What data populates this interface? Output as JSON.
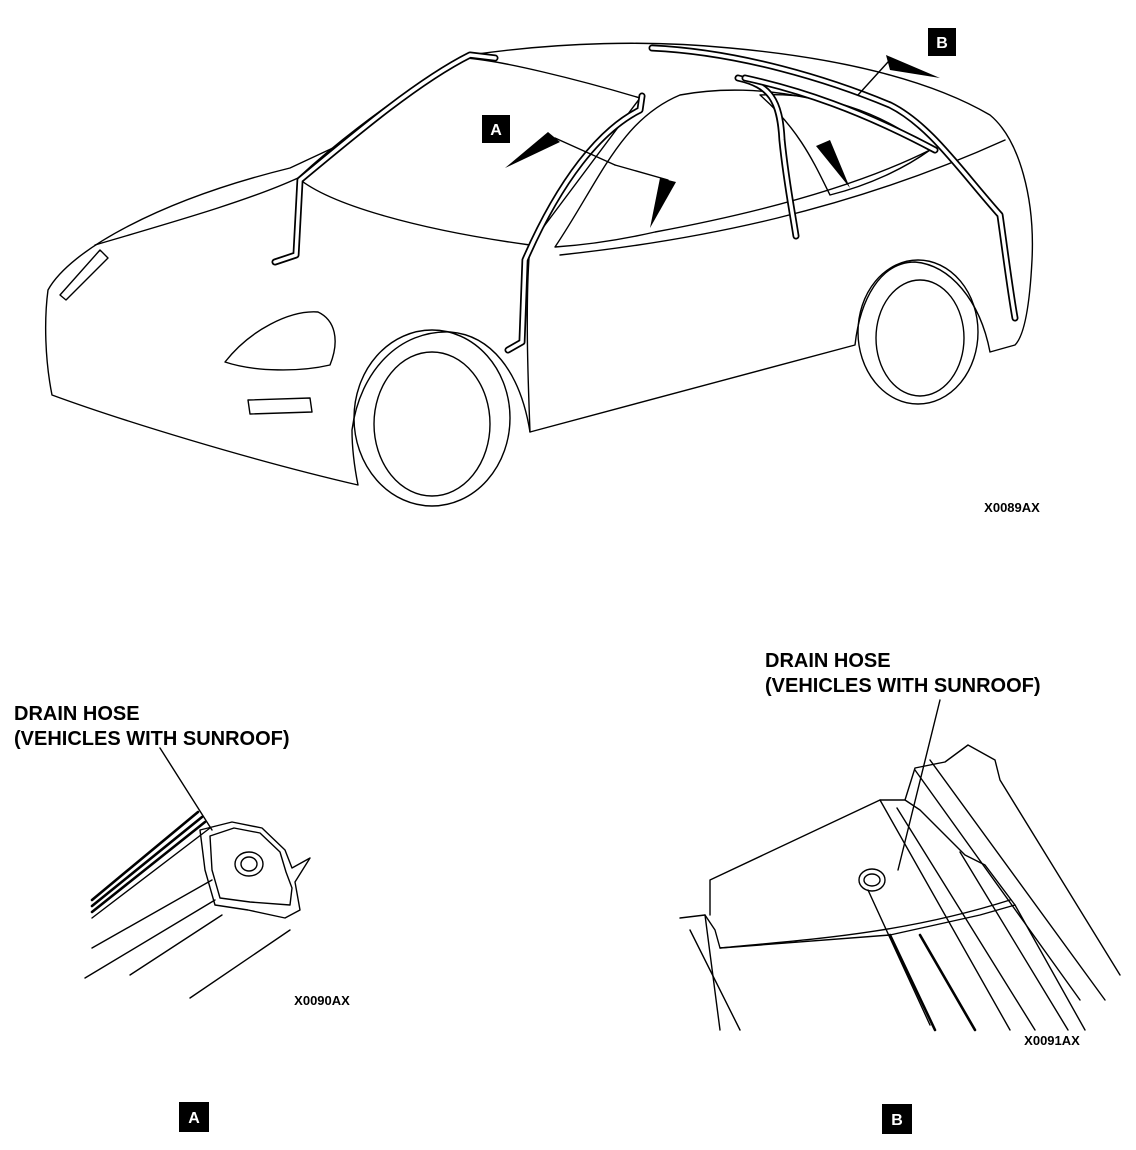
{
  "figure_refs": {
    "main": "X0089AX",
    "detail_a": "X0090AX",
    "detail_b": "X0091AX"
  },
  "tags": {
    "a": "A",
    "b": "B"
  },
  "callouts": {
    "a_line1": "DRAIN HOSE",
    "a_line2": "(VEHICLES WITH SUNROOF)",
    "b_line1": "DRAIN HOSE",
    "b_line2": "(VEHICLES WITH SUNROOF)"
  },
  "colors": {
    "ink": "#000000",
    "paper": "#ffffff"
  }
}
